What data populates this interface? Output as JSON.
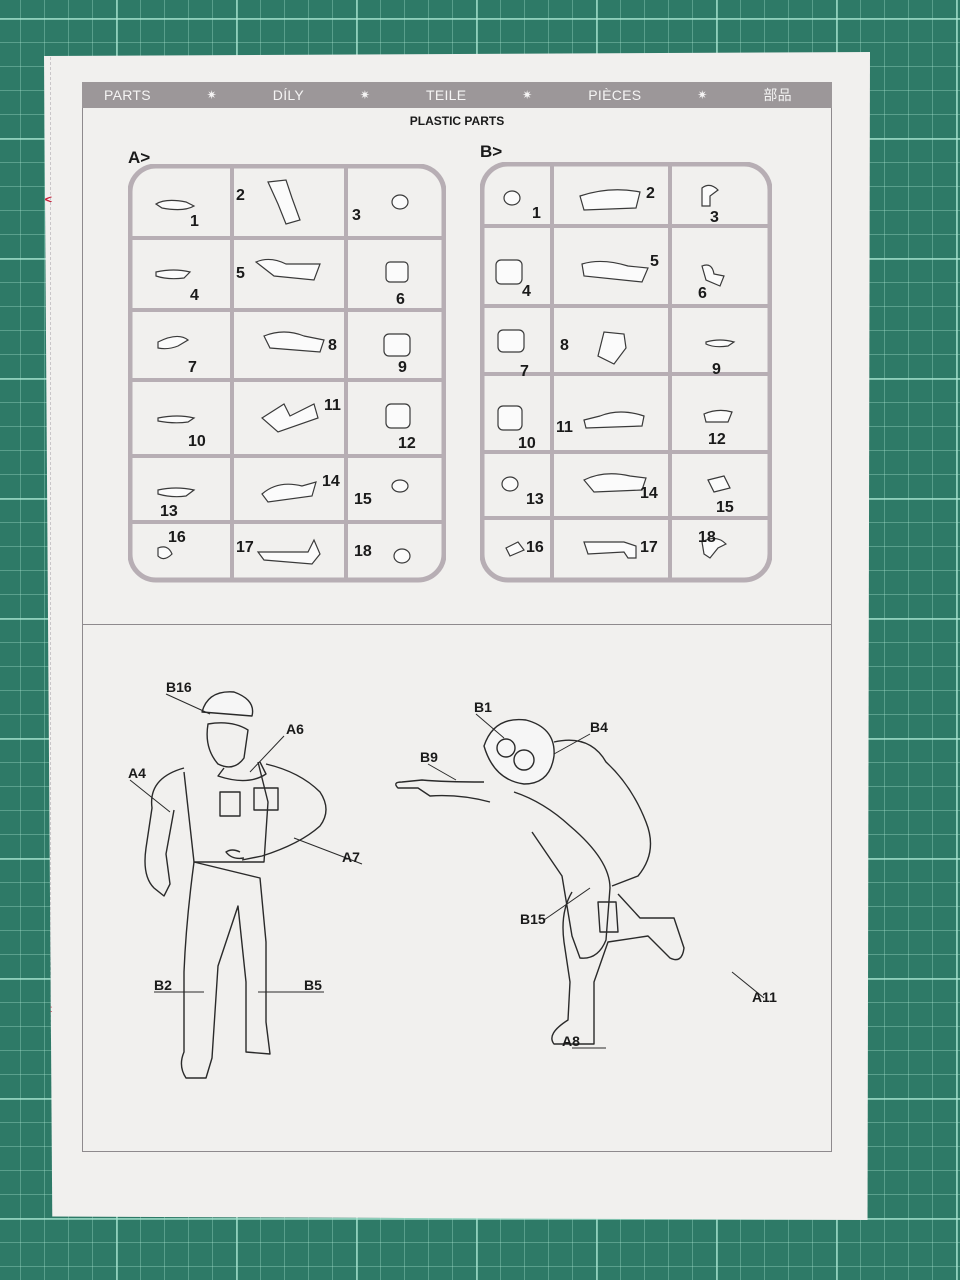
{
  "header": {
    "languages": [
      "PARTS",
      "DÍLY",
      "TEILE",
      "PIÈCES",
      "部品"
    ],
    "separator": "✷",
    "subtitle": "PLASTIC PARTS"
  },
  "sprues": [
    {
      "title": "A>",
      "part_numbers": [
        "1",
        "2",
        "3",
        "4",
        "5",
        "6",
        "7",
        "8",
        "9",
        "10",
        "11",
        "12",
        "13",
        "14",
        "15",
        "16",
        "17",
        "18"
      ]
    },
    {
      "title": "B>",
      "part_numbers": [
        "1",
        "2",
        "3",
        "4",
        "5",
        "6",
        "7",
        "8",
        "9",
        "10",
        "11",
        "12",
        "13",
        "14",
        "15",
        "16",
        "17",
        "18"
      ]
    }
  ],
  "assembly": {
    "figure_left_callouts": [
      "B16",
      "A6",
      "A4",
      "A7",
      "B2",
      "B5"
    ],
    "figure_right_callouts": [
      "B1",
      "B4",
      "B9",
      "B15",
      "A11",
      "A8"
    ]
  },
  "colors": {
    "mat": "#2e7a67",
    "paper": "#f1f0ee",
    "banner": "#9c9799",
    "sprue_frame": "#b7aeb4",
    "cut_mark": "#c8213b"
  }
}
